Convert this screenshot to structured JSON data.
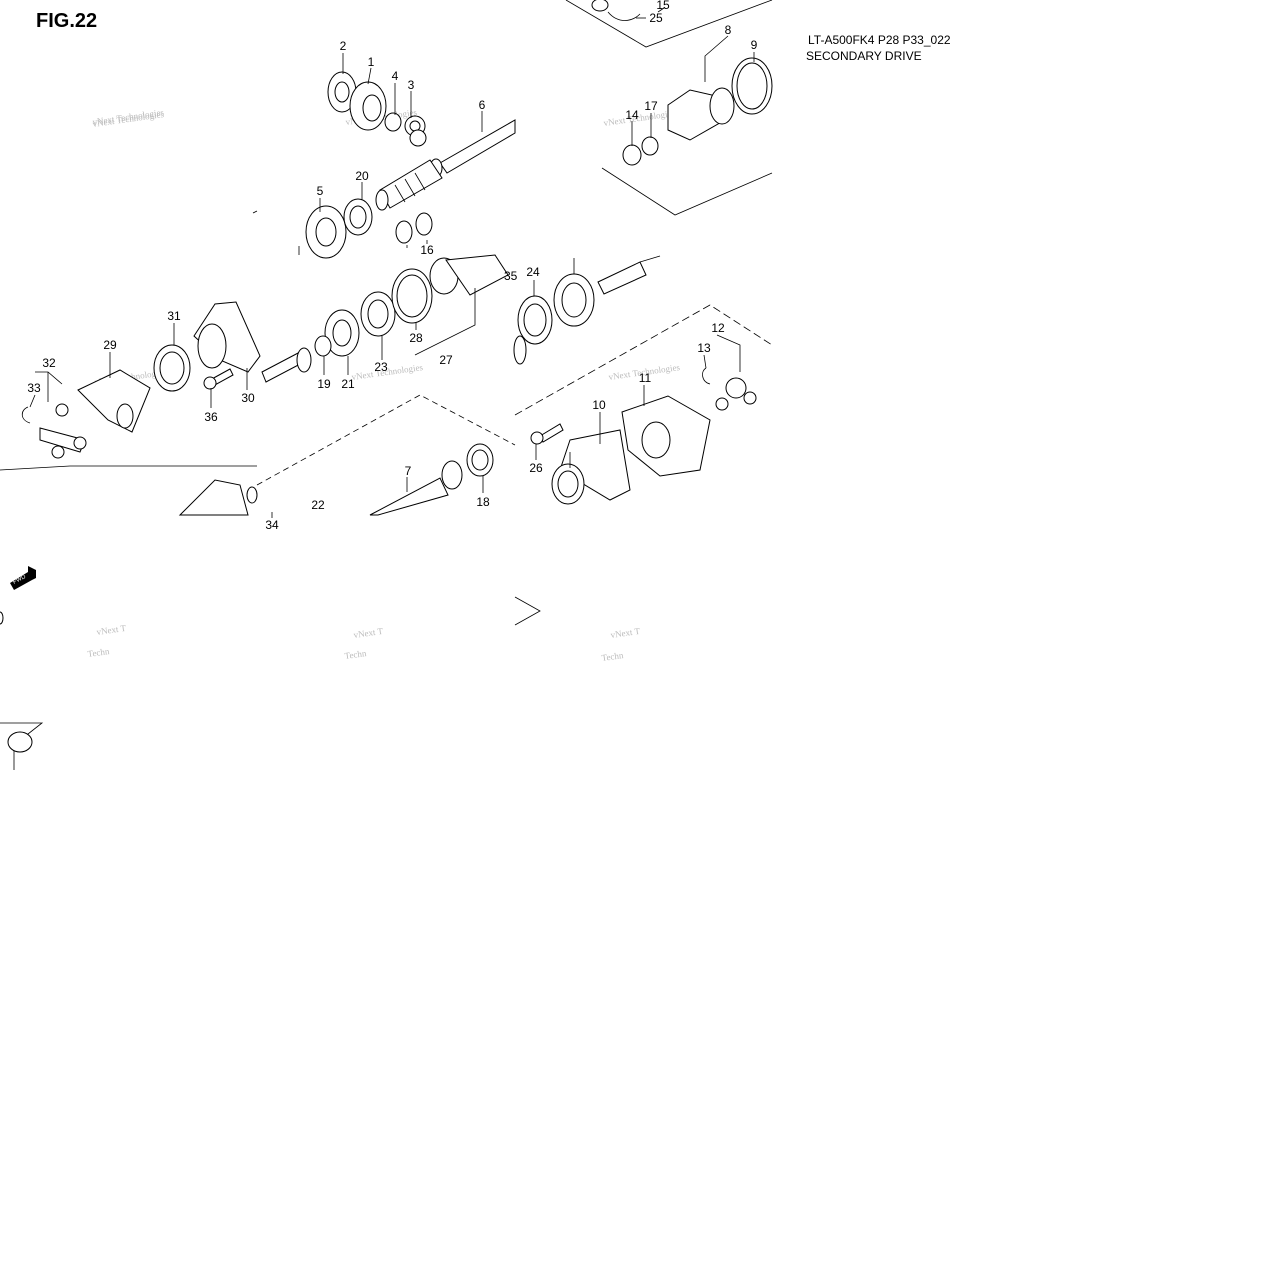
{
  "figure": {
    "title": "FIG.22",
    "model_code": "LT-A500FK4 P28 P33_022",
    "caption": "SECONDARY DRIVE"
  },
  "callouts": [
    "1",
    "2",
    "3",
    "4",
    "5",
    "6",
    "7",
    "8",
    "9",
    "10",
    "11",
    "12",
    "13",
    "14",
    "15",
    "16",
    "17",
    "18",
    "19",
    "20",
    "21",
    "22",
    "23",
    "24",
    "25",
    "26",
    "27",
    "28",
    "29",
    "30",
    "31",
    "32",
    "33",
    "34",
    "35",
    "36"
  ],
  "watermark": "vNext Technologies",
  "watermark_fragment": "vNext T",
  "watermark_fragment_2": "Techn",
  "icons": {
    "forward": "fwd-arrow-icon"
  },
  "colors": {
    "ink": "#000000",
    "watermark": "#bbbbbb",
    "background": "#ffffff"
  }
}
